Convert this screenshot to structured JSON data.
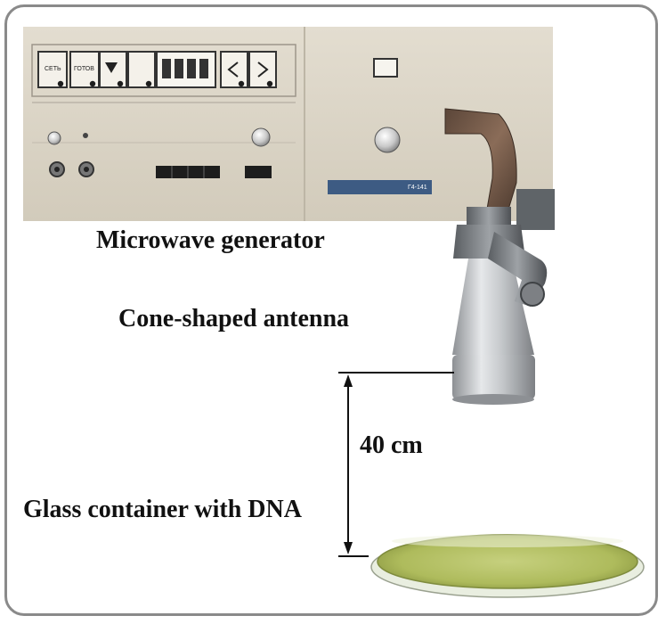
{
  "labels": {
    "generator": "Microwave generator",
    "antenna": "Cone-shaped antenna",
    "distance": "40 cm",
    "container": "Glass container with DNA"
  },
  "panel": {
    "buttons": [
      "СЕТЬ",
      "ГОТОВ"
    ],
    "plate": "Г4-141"
  },
  "colors": {
    "frame": "#8a8a8a",
    "panel": "#ddd6c7",
    "antenna": "#b9bcc0",
    "liquid": "#b7c36a",
    "text": "#111111"
  }
}
